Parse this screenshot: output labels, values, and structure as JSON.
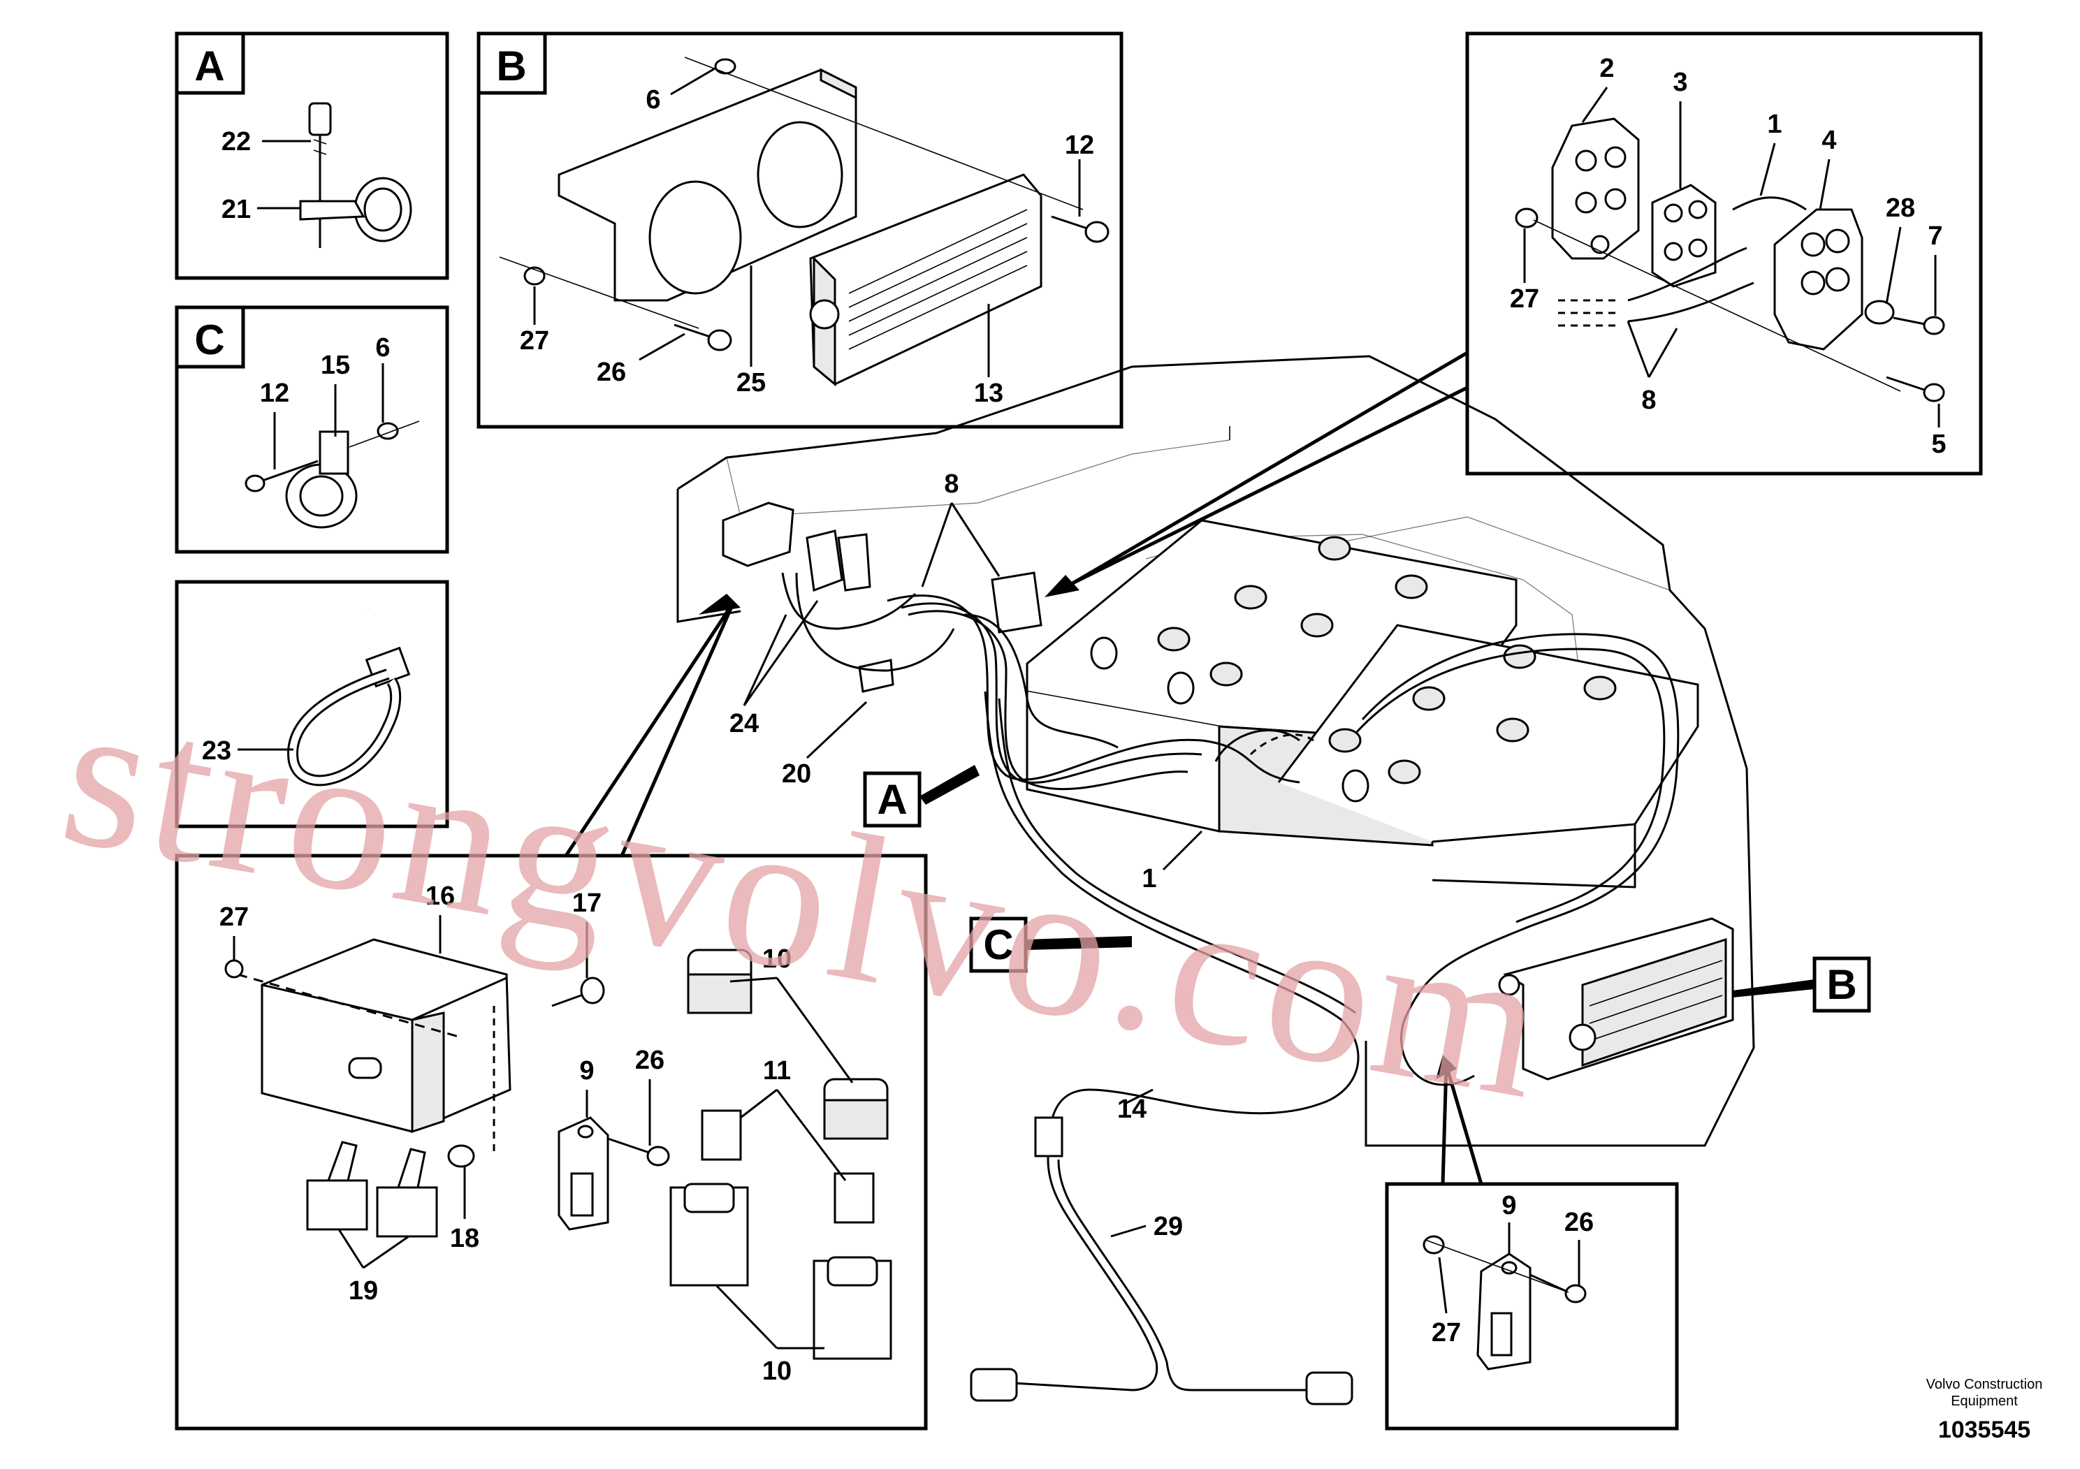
{
  "panels": {
    "a": {
      "letter": "A",
      "labels": [
        "22",
        "21"
      ]
    },
    "b": {
      "letter": "B",
      "labels": [
        "6",
        "12",
        "27",
        "26",
        "25",
        "13"
      ]
    },
    "c": {
      "letter": "C",
      "labels": [
        "12",
        "15",
        "6"
      ]
    },
    "d": {
      "labels": [
        "23"
      ]
    },
    "e": {
      "labels": [
        "27",
        "16",
        "17",
        "10",
        "9",
        "26",
        "11",
        "18",
        "19",
        "10"
      ]
    },
    "f": {
      "labels": [
        "2",
        "3",
        "1",
        "4",
        "28",
        "7",
        "27",
        "8",
        "5"
      ]
    },
    "g": {
      "labels": [
        "9",
        "26",
        "27"
      ]
    }
  },
  "main": {
    "labels": [
      "8",
      "24",
      "20",
      "1",
      "14",
      "29"
    ],
    "flags": [
      "A",
      "C",
      "B"
    ]
  },
  "watermark": "strongvolvo.com",
  "footer": {
    "company_line1": "Volvo Construction",
    "company_line2": "Equipment",
    "drawing_number": "1035545"
  }
}
